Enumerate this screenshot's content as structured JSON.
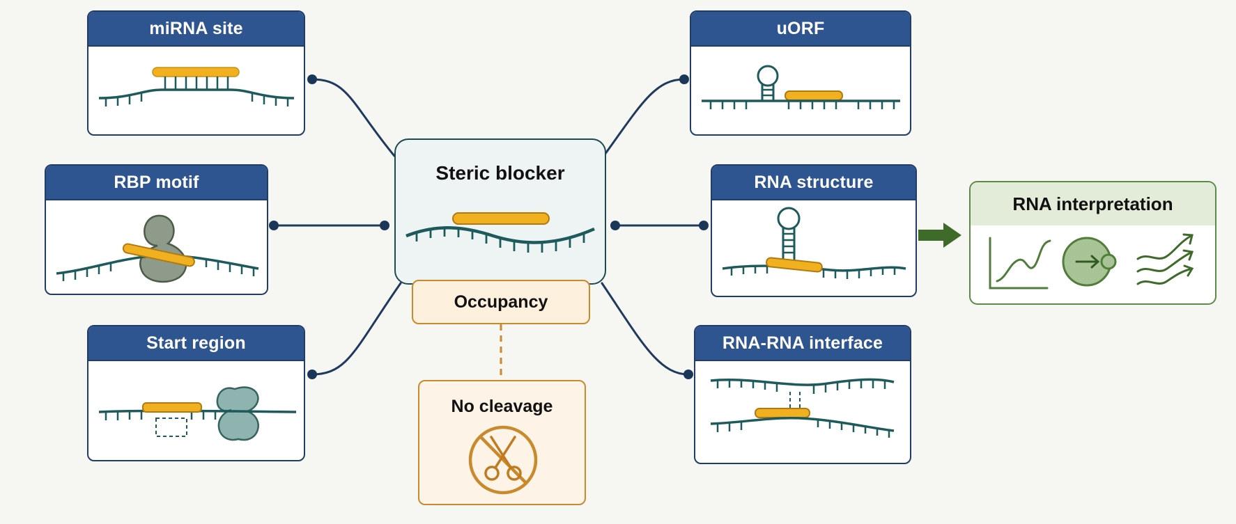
{
  "cards": {
    "mirna_site": "miRNA site",
    "rbp_motif": "RBP motif",
    "start_region": "Start region",
    "uorf": "uORF",
    "rna_structure": "RNA structure",
    "rna_rna_interface": "RNA-RNA interface"
  },
  "center": {
    "title": "Steric blocker",
    "occupancy": "Occupancy",
    "no_cleavage": "No cleavage"
  },
  "output": {
    "title": "RNA interpretation"
  },
  "colors": {
    "header_blue": "#2f5590",
    "rna_teal": "#1d5a5c",
    "blocker_orange": "#f0b020",
    "output_green": "#5d8a46",
    "occupancy_orange": "#c88a2c"
  },
  "icons": [
    "scissors-icon",
    "no-sign-icon",
    "line-graph-icon",
    "cell-arrow-icon",
    "upward-arrows-icon"
  ]
}
